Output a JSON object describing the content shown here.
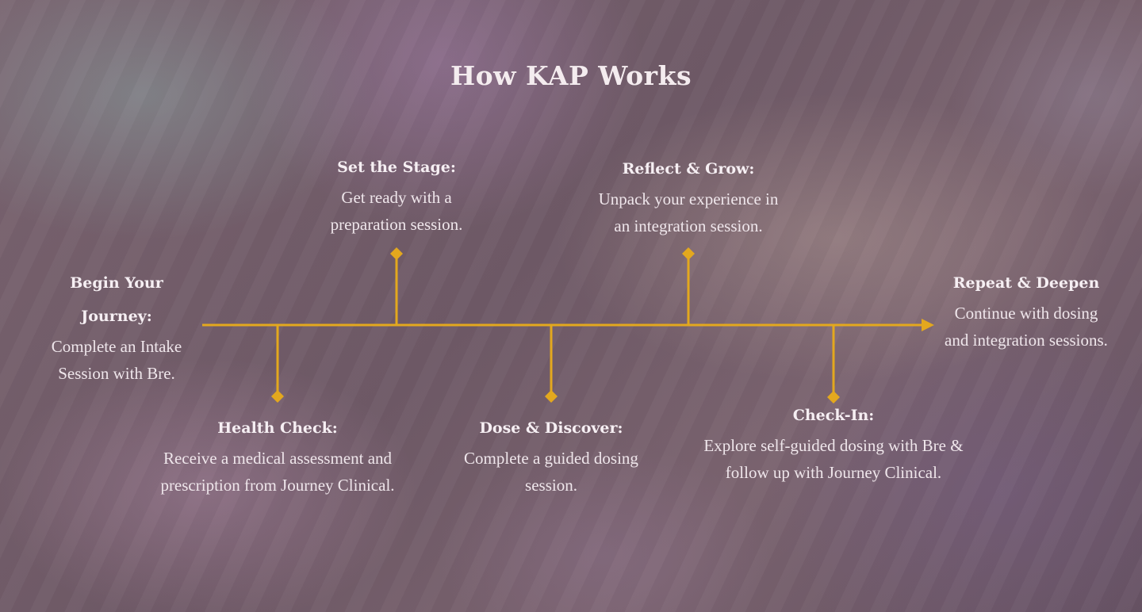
{
  "title": "How KAP Works",
  "colors": {
    "accent": "#e3a81e",
    "text": "#f3ecf0"
  },
  "steps": [
    {
      "label": "Begin Your Journey:",
      "desc": "Complete an Intake Session with Bre."
    },
    {
      "label": "Set the Stage:",
      "desc": "Get ready with a preparation session."
    },
    {
      "label": "Health Check:",
      "desc": "Receive a medical assessment and prescription from Journey Clinical."
    },
    {
      "label": "Dose & Discover:",
      "desc": "Complete a guided dosing session."
    },
    {
      "label": "Reflect & Grow:",
      "desc": "Unpack your experience in an integration session."
    },
    {
      "label": "Check-In:",
      "desc": "Explore self-guided dosing with Bre & follow up with Journey Clinical."
    },
    {
      "label": "Repeat & Deepen",
      "desc": "Continue with dosing and integration sessions."
    }
  ]
}
